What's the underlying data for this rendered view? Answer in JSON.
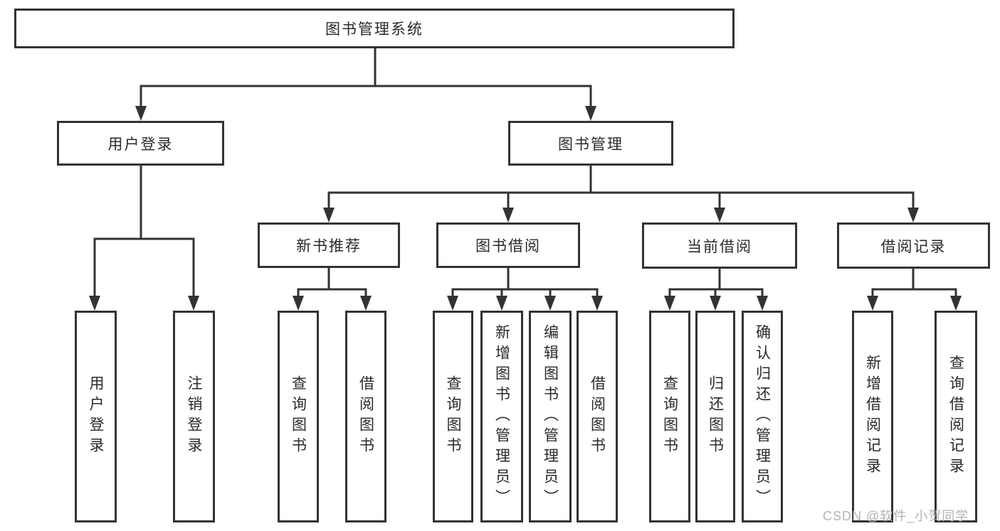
{
  "diagram": {
    "title": "图书管理系统",
    "tree": {
      "root": {
        "label": "图书管理系统"
      },
      "level2": [
        {
          "label": "用户登录"
        },
        {
          "label": "图书管理"
        }
      ],
      "level3": [
        {
          "label": "新书推荐",
          "parent": "图书管理"
        },
        {
          "label": "图书借阅",
          "parent": "图书管理"
        },
        {
          "label": "当前借阅",
          "parent": "图书管理"
        },
        {
          "label": "借阅记录",
          "parent": "图书管理"
        }
      ],
      "leaves": [
        {
          "label": "用户登录",
          "parent": "用户登录"
        },
        {
          "label": "注销登录",
          "parent": "用户登录"
        },
        {
          "label": "查询图书",
          "parent": "新书推荐"
        },
        {
          "label": "借阅图书",
          "parent": "新书推荐"
        },
        {
          "label": "查询图书",
          "parent": "图书借阅"
        },
        {
          "label": "新增图书（管理员）",
          "parent": "图书借阅"
        },
        {
          "label": "编辑图书（管理员）",
          "parent": "图书借阅"
        },
        {
          "label": "借阅图书",
          "parent": "图书借阅"
        },
        {
          "label": "查询图书",
          "parent": "当前借阅"
        },
        {
          "label": "归还图书",
          "parent": "当前借阅"
        },
        {
          "label": "确认归还（管理员）",
          "parent": "当前借阅"
        },
        {
          "label": "新增借阅记录",
          "parent": "借阅记录"
        },
        {
          "label": "查询借阅记录",
          "parent": "借阅记录"
        }
      ]
    },
    "colors": {
      "line": "#333333",
      "box_background": "#ffffff",
      "text": "#2a2a2a",
      "watermark": "#b3b3b6"
    }
  },
  "watermark": "CSDN @软件_小贺同学"
}
